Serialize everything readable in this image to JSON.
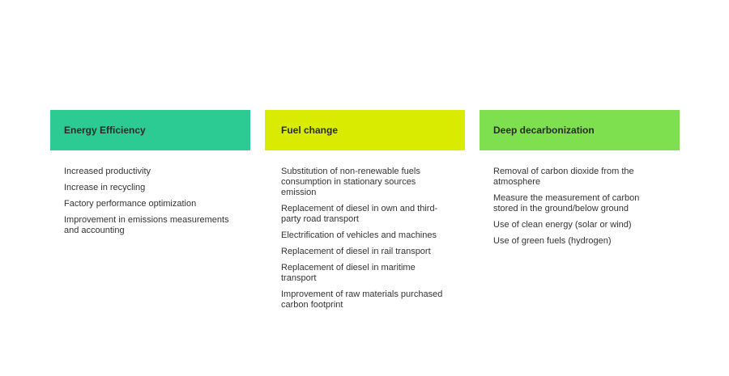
{
  "colors": {
    "energy_efficiency": "#2ccb93",
    "fuel_change": "#d9ec00",
    "deep_decarbonization": "#7edf4f"
  },
  "columns": [
    {
      "title": "Energy Efficiency",
      "items": [
        "Increased productivity",
        "Increase in recycling",
        "Factory performance optimization",
        "Improvement in emissions measurements and accounting"
      ]
    },
    {
      "title": "Fuel change",
      "items": [
        "Substitution of non-renewable fuels consumption in stationary sources emission",
        "Replacement of diesel in own and third-party road transport",
        "Electrification of vehicles and machines",
        "Replacement of diesel in rail transport",
        "Replacement of diesel in maritime transport",
        "Improvement of raw materials purchased carbon footprint"
      ]
    },
    {
      "title": "Deep decarbonization",
      "items": [
        "Removal of carbon dioxide from the atmosphere",
        "Measure the measurement of carbon stored in the ground/below ground",
        "Use of clean energy (solar or wind)",
        "Use of green fuels (hydrogen)"
      ]
    }
  ]
}
